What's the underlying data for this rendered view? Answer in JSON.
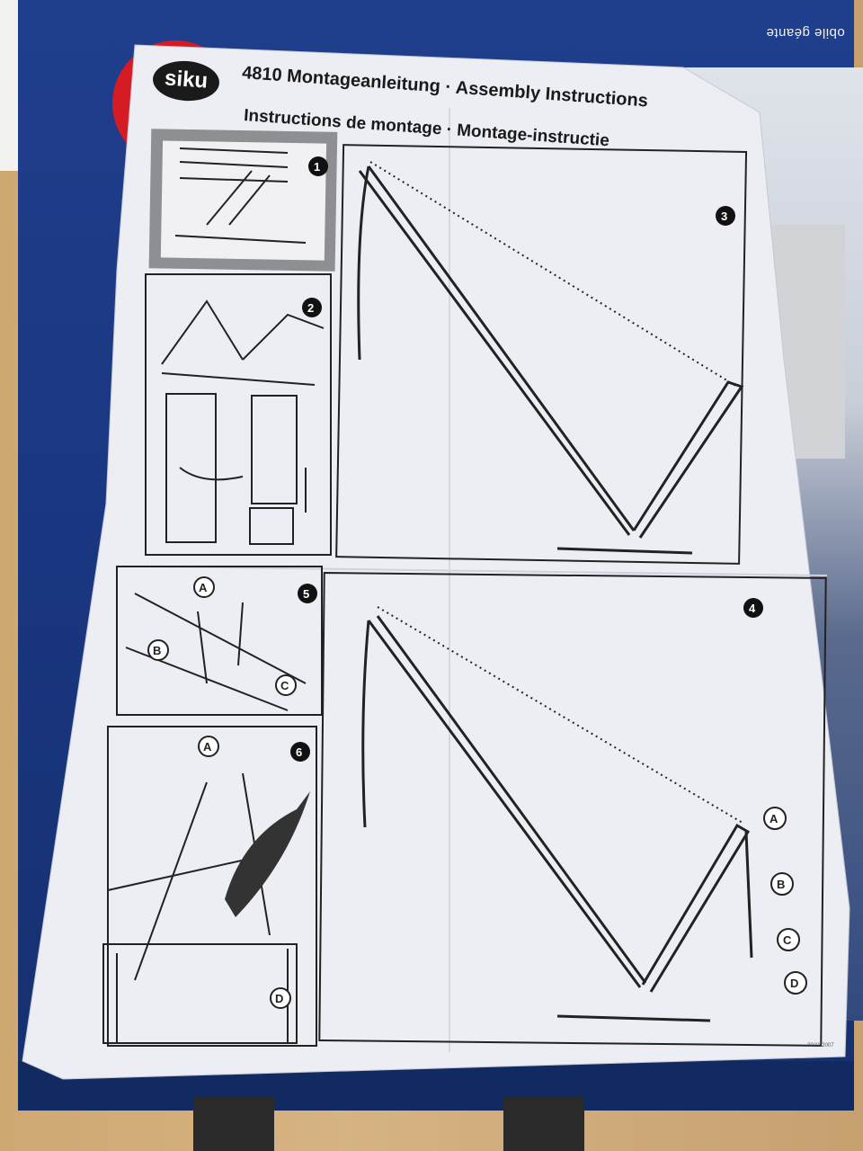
{
  "sheet": {
    "logo": "siku",
    "title_line1": "4810 Montageanleitung · Assembly Instructions",
    "title_line2": "Instructions de montage · Montage-instructie",
    "date": "30/11/2007",
    "steps": [
      "1",
      "2",
      "3",
      "4",
      "5",
      "6"
    ],
    "labels": [
      "A",
      "B",
      "C",
      "D"
    ]
  },
  "box": {
    "text": "obile géante"
  },
  "colors": {
    "box_blue": "#1f3e8c",
    "paper": "#eceef4",
    "ink": "#1a1a1a",
    "logo_red": "#d51b24"
  }
}
